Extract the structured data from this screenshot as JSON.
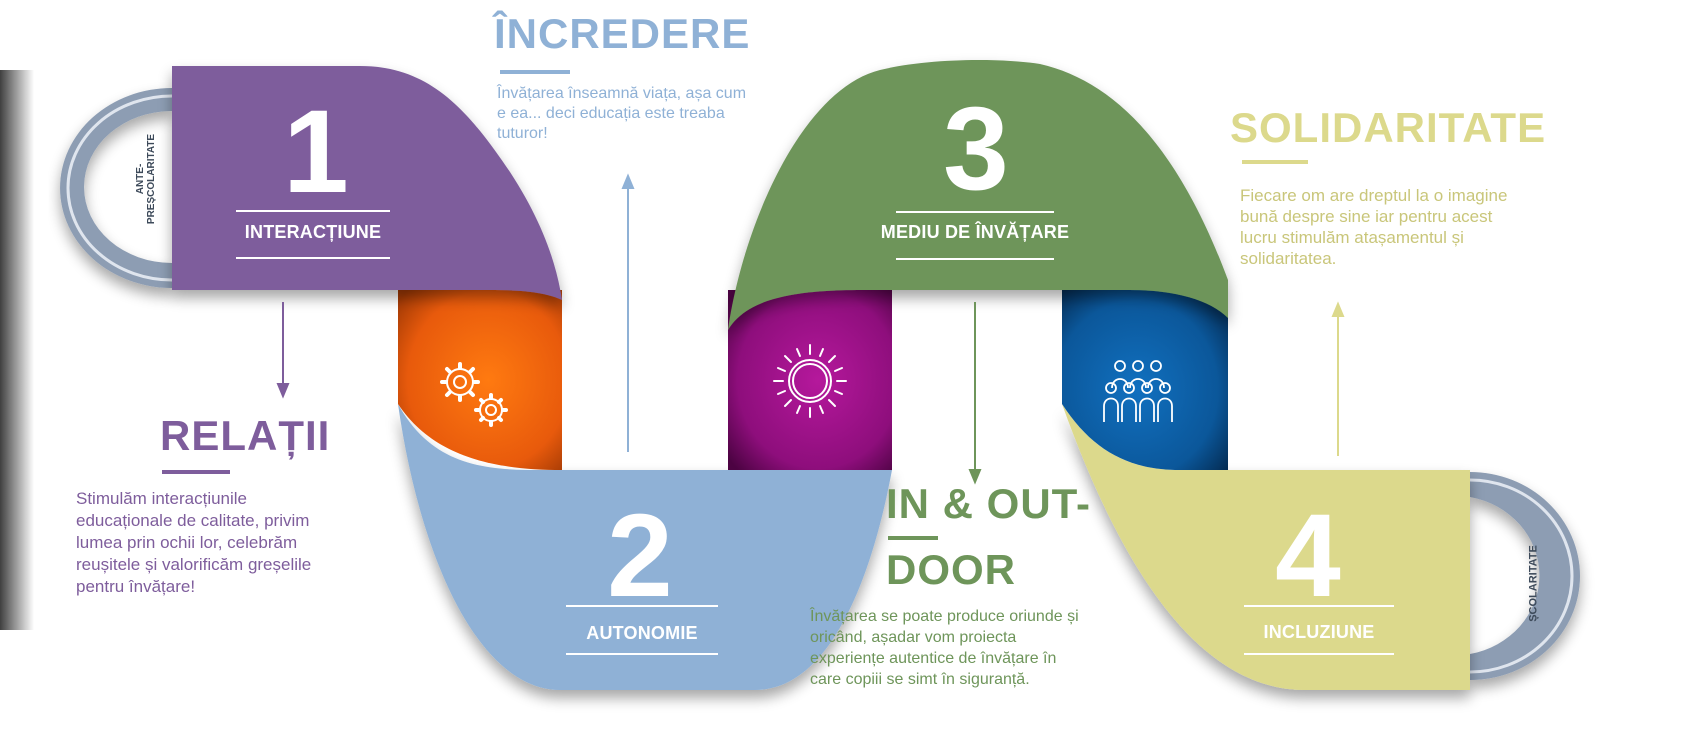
{
  "colors": {
    "purple": "#7e5d9c",
    "blue": "#8fb1d6",
    "green": "#6e955a",
    "yellow": "#dcd98c",
    "orange": "#f26a10",
    "magenta": "#a1138b",
    "dark_blue": "#0c5ea3",
    "ring": "#8d9db3"
  },
  "ring_left": {
    "text_line1": "ANTE-",
    "text_line2": "PREȘCOLARITATE"
  },
  "ring_right": {
    "text": "ȘCOLARITATE"
  },
  "segments": [
    {
      "number": "1",
      "label": "INTERACȚIUNE"
    },
    {
      "number": "2",
      "label": "AUTONOMIE"
    },
    {
      "number": "3",
      "label": "MEDIU DE ÎNVĂȚARE"
    },
    {
      "number": "4",
      "label": "INCLUZIUNE"
    }
  ],
  "icons": [
    "gears-icon",
    "sun-icon",
    "people-group-icon"
  ],
  "values": {
    "relatii": {
      "title": "RELAȚII",
      "text": [
        "Stimulăm interacțiunile",
        "educaționale de calitate, privim",
        "lumea prin ochii lor, celebrăm",
        "reușitele și valorificăm greșelile",
        "pentru învățare!"
      ]
    },
    "incredere": {
      "title": "ÎNCREDERE",
      "text": [
        "Învățarea înseamnă viața, așa cum",
        "e ea... deci educația este treaba",
        "tuturor!"
      ]
    },
    "in_out_door": {
      "title_line1": "IN & OUT-",
      "title_line2": "DOOR",
      "text": [
        "Învățarea se poate produce oriunde și",
        "oricând, așadar vom proiecta",
        "experiențe autentice de învățare în",
        "care copiii se simt în siguranță."
      ]
    },
    "solidaritate": {
      "title": "SOLIDARITATE",
      "text": [
        "Fiecare om are dreptul la o imagine",
        "bună despre sine iar pentru acest",
        "lucru stimulăm atașamentul și",
        "solidaritatea."
      ]
    }
  }
}
